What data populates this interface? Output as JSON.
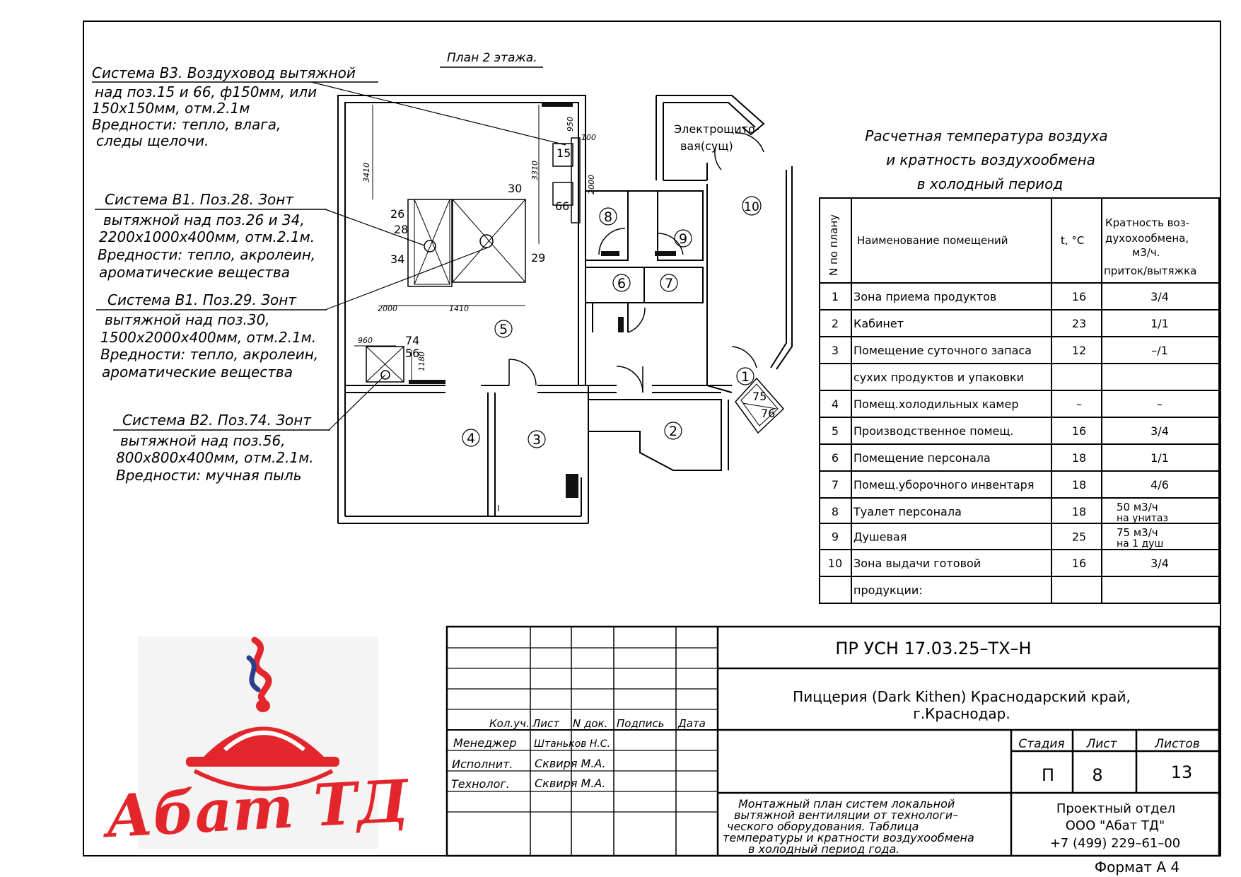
{
  "plan_title": "План 2 этажа.",
  "callouts": [
    {
      "lines": [
        "Система В3. Воздуховод вытяжной",
        "над поз.15 и 66, ф150мм, или",
        "150х150мм, отм.2.1м",
        "Вредности: тепло, влага,",
        "следы щелочи."
      ]
    },
    {
      "lines": [
        "Система В1. Поз.28. Зонт",
        "вытяжной над поз.26 и 34,",
        "2200х1000х400мм, отм.2.1м.",
        "Вредности: тепло, акролеин,",
        "ароматические вещества"
      ]
    },
    {
      "lines": [
        "Система В1. Поз.29. Зонт",
        "вытяжной над поз.30,",
        "1500х2000х400мм, отм.2.1м.",
        "Вредности: тепло, акролеин,",
        "ароматические вещества"
      ]
    },
    {
      "lines": [
        "Система В2. Поз.74. Зонт",
        "вытяжной над поз.56,",
        "800х800х400мм, отм.2.1м.",
        "Вредности: мучная пыль"
      ]
    }
  ],
  "plan_labels": {
    "p15": "15",
    "p66": "66",
    "p26": "26",
    "p28": "28",
    "p34": "34",
    "p30": "30",
    "p29": "29",
    "p74": "74",
    "p56": "56",
    "p75": "75",
    "p76": "76",
    "d950": "950",
    "d100": "100",
    "d2000v": "2000",
    "d3410": "3410",
    "d3310": "3310",
    "d2000h": "2000",
    "d1410": "1410",
    "d960": "960",
    "d1180": "1180",
    "elec1": "Электрощито-",
    "elec2": "вая(сущ)",
    "mark_i": "I"
  },
  "rooms": [
    "1",
    "2",
    "3",
    "4",
    "5",
    "6",
    "7",
    "8",
    "9",
    "10"
  ],
  "table": {
    "title": [
      "Расчетная температура воздуха",
      "и кратность воздухообмена",
      "в холодный период"
    ],
    "headers": {
      "num": "N по плану",
      "name": "Наименование помещений",
      "temp": "t, °С",
      "rate": [
        "Кратность воз-",
        "духохообмена,",
        "м3/ч.",
        "приток/вытяжка"
      ]
    },
    "rows": [
      {
        "n": "1",
        "name": "Зона приема   продуктов",
        "t": "16",
        "rate": "3/4"
      },
      {
        "n": "2",
        "name": "Кабинет",
        "t": "23",
        "rate": "1/1"
      },
      {
        "n": "3",
        "name": "Помещение суточного запаса",
        "t": "12",
        "rate": "–/1"
      },
      {
        "n": "",
        "name": "сухих продуктов и упаковки",
        "t": "",
        "rate": ""
      },
      {
        "n": "4",
        "name": "Помещ.холодильных камер",
        "t": "–",
        "rate": "–"
      },
      {
        "n": "5",
        "name": "Производственное помещ.",
        "t": "16",
        "rate": "3/4"
      },
      {
        "n": "6",
        "name": "Помещение персонала",
        "t": "18",
        "rate": "1/1"
      },
      {
        "n": "7",
        "name": "Помещ.уборочного инвентаря",
        "t": "18",
        "rate": "4/6"
      },
      {
        "n": "8",
        "name": "Туалет персонала",
        "t": "18",
        "rate": "50 м3/ч",
        "rate2": "на унитаз"
      },
      {
        "n": "9",
        "name": "Душевая",
        "t": "25",
        "rate": "75 м3/ч",
        "rate2": "на 1 душ"
      },
      {
        "n": "10",
        "name": "Зона выдачи готовой",
        "t": "16",
        "rate": "3/4"
      },
      {
        "n": "",
        "name": "продукции:",
        "t": "",
        "rate": ""
      }
    ]
  },
  "stamp": {
    "doc_code": "ПР УСН 17.03.25–ТХ–Н",
    "project": [
      "Пиццерия (Dark Kithen) Краснодарский край,",
      "г.Краснодар."
    ],
    "col_headers": [
      "Кол.уч.",
      "Лист",
      "N док.",
      "Подпись",
      "Дата"
    ],
    "people": [
      {
        "role": "Менеджер",
        "name": "Штаньков Н.С."
      },
      {
        "role": "Исполнит.",
        "name": "Сквиря М.А."
      },
      {
        "role": "Технолог.",
        "name": "Сквиря М.А."
      }
    ],
    "stage_label": "Стадия",
    "sheet_label": "Лист",
    "sheets_label": "Листов",
    "stage": "П",
    "sheet": "8",
    "sheets": "13",
    "description": [
      "Монтажный план систем локальной",
      "вытяжной вентиляции от технологи–",
      "ческого оборудования. Таблица",
      "температуры и кратности воздухообмена",
      "в холодный период года."
    ],
    "org": [
      "Проектный отдел",
      "ООО \"Абат ТД\"",
      "+7 (499) 229–61–00"
    ],
    "format": "Формат А 4"
  },
  "logo": {
    "text": "Абат ТД",
    "color_red": "#e3262b",
    "color_blue": "#2c3f8a"
  }
}
